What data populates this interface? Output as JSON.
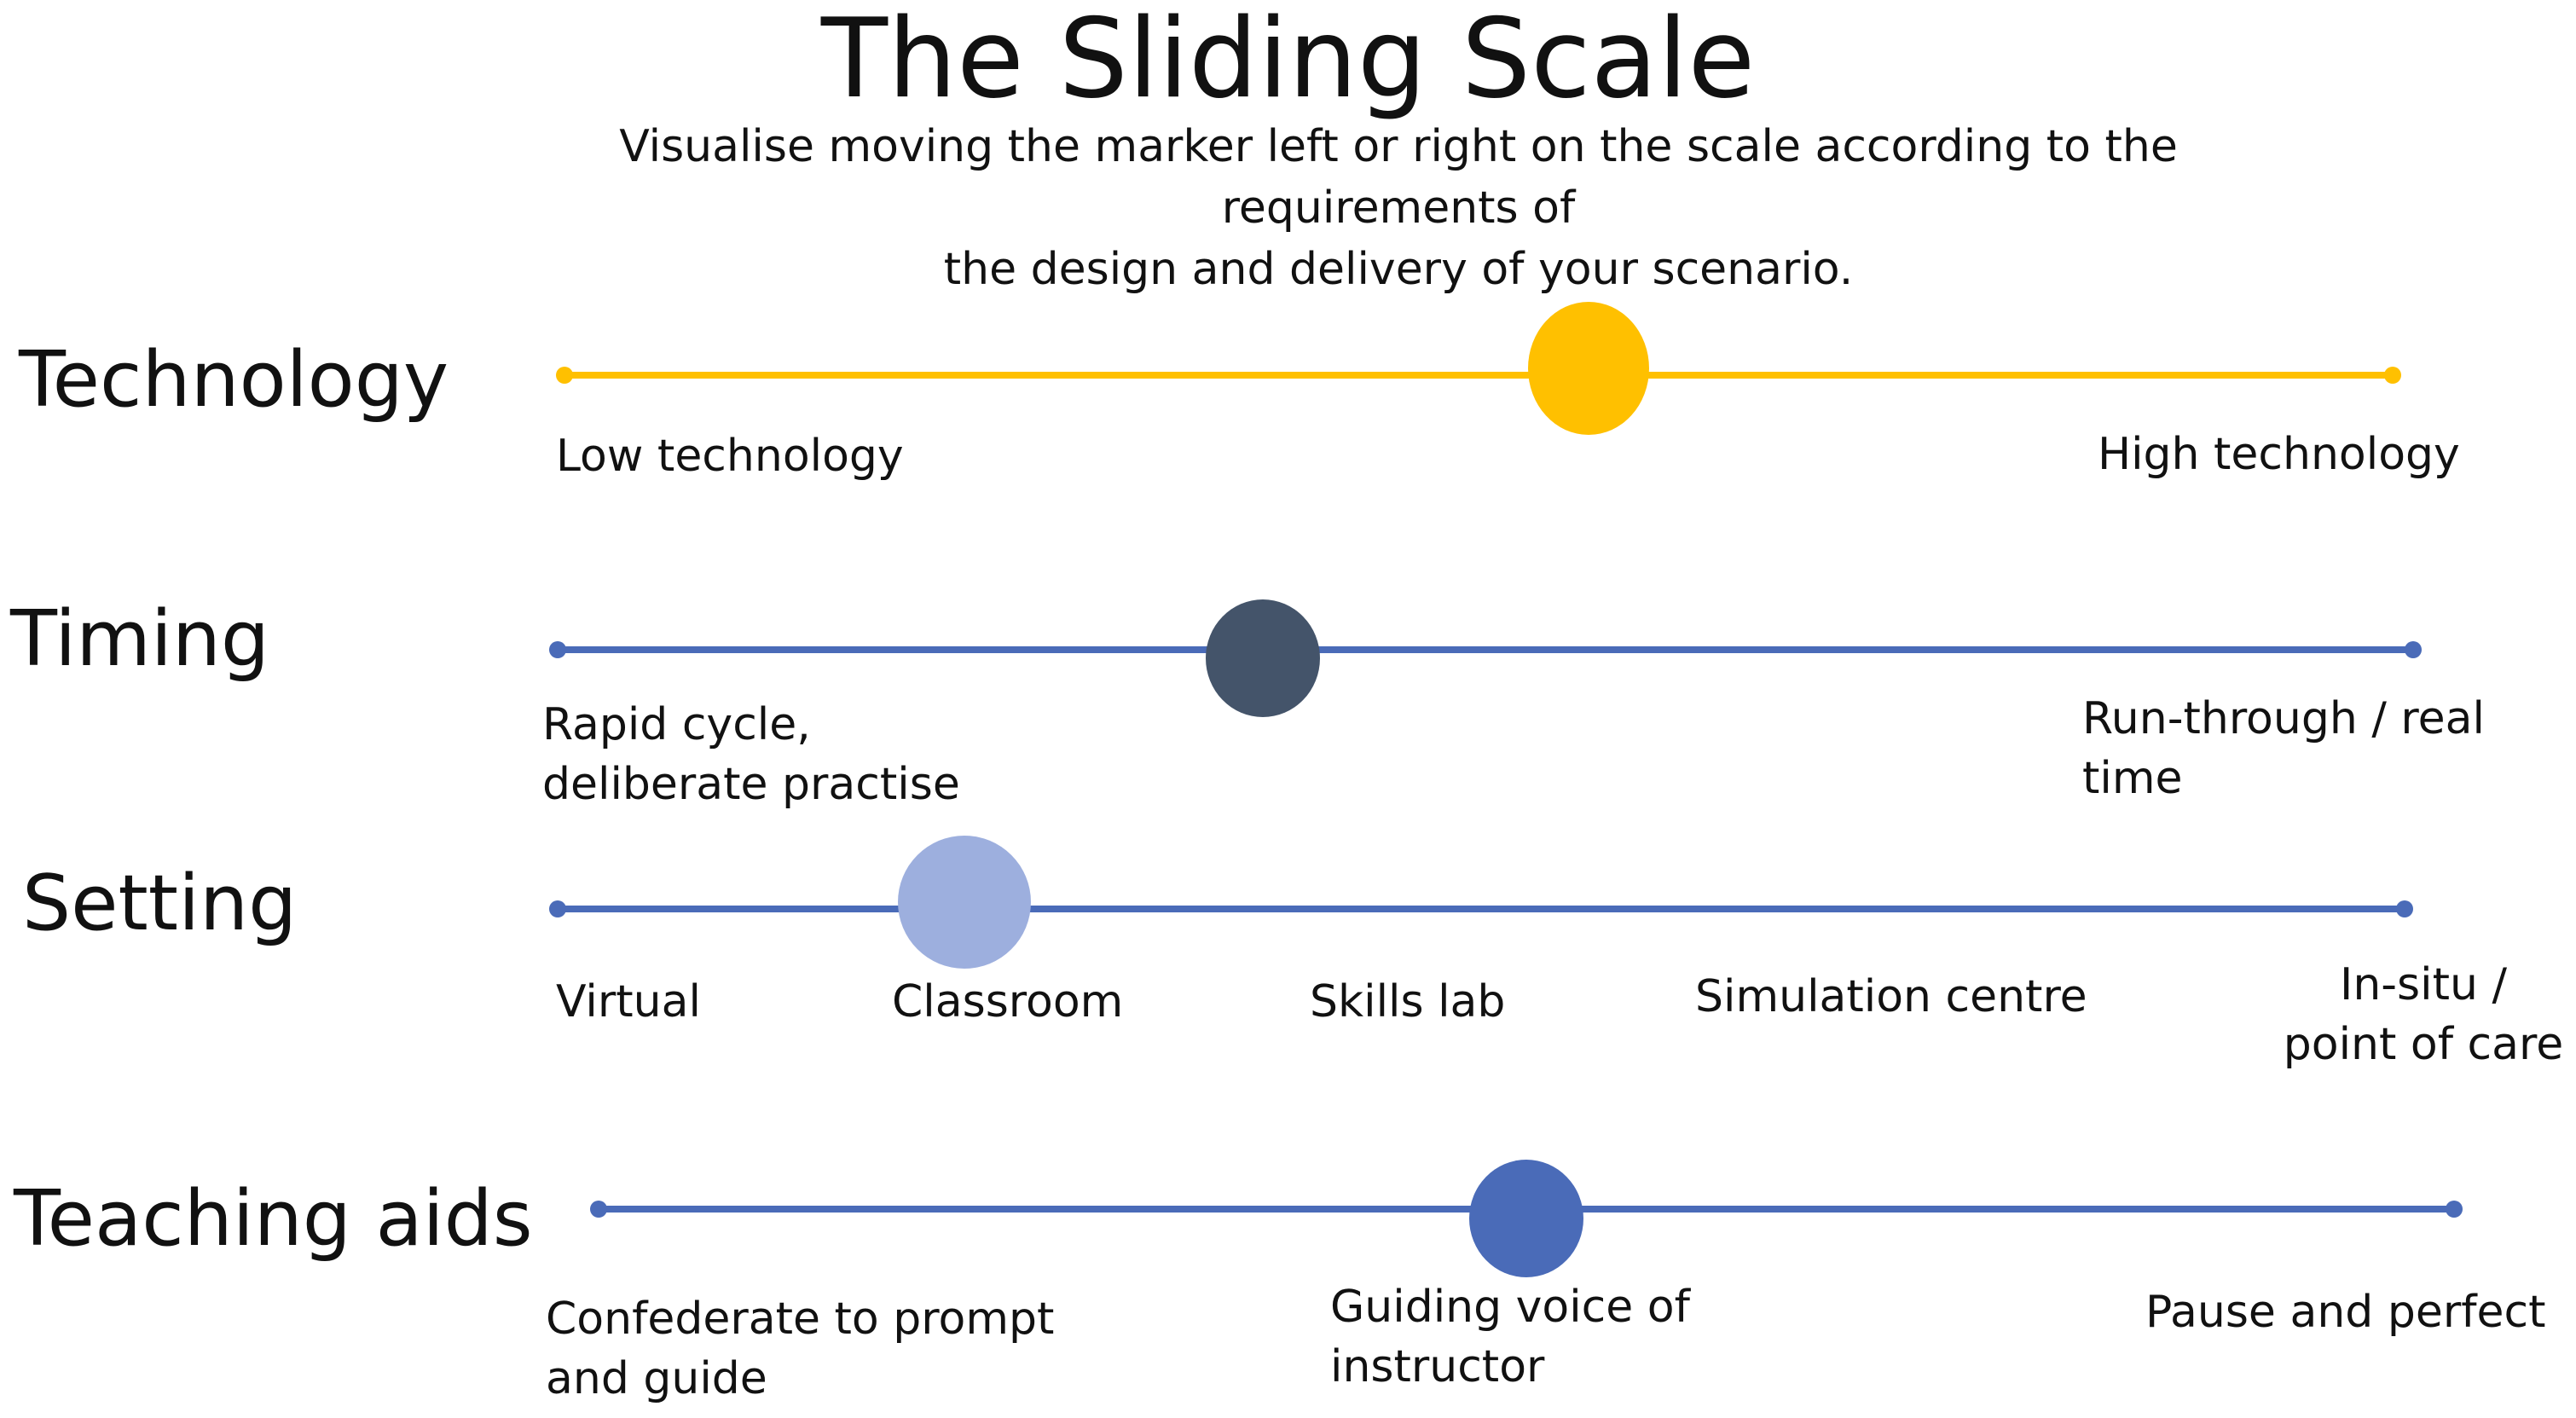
{
  "title": "The Sliding Scale",
  "subtitle_lines": [
    "Visualise  moving the marker left or right on the scale according to the requirements of",
    "the design and delivery of your scenario."
  ],
  "colors": {
    "technology_track": "#FFC000",
    "technology_marker": "#FFC000",
    "timing_track": "#4A6BB8",
    "timing_marker": "#44546A",
    "setting_track": "#4A6BB8",
    "setting_marker": "#9DAFDE",
    "teaching_track": "#4A6BB8",
    "teaching_marker": "#4A6BB8"
  },
  "scales": {
    "technology": {
      "label": "Technology",
      "marker_position": 0.56,
      "left_stop": "Low technology",
      "right_stop": "High technology"
    },
    "timing": {
      "label": "Timing",
      "marker_position": 0.38,
      "left_stop_lines": [
        "Rapid cycle,",
        "deliberate practise"
      ],
      "right_stop_lines": [
        "Run-through / real",
        "time"
      ]
    },
    "setting": {
      "label": "Setting",
      "marker_position": 0.22,
      "stops": {
        "virtual": "Virtual",
        "classroom": "Classroom",
        "skills_lab": "Skills lab",
        "simulation_centre": "Simulation centre",
        "in_situ_lines": [
          "In-situ /",
          "point of care"
        ]
      }
    },
    "teaching_aids": {
      "label": "Teaching aids",
      "marker_position": 0.5,
      "left_stop_lines": [
        "Confederate to prompt",
        "and guide"
      ],
      "middle_stop_lines": [
        "Guiding voice of",
        "instructor"
      ],
      "right_stop": "Pause and perfect"
    }
  }
}
